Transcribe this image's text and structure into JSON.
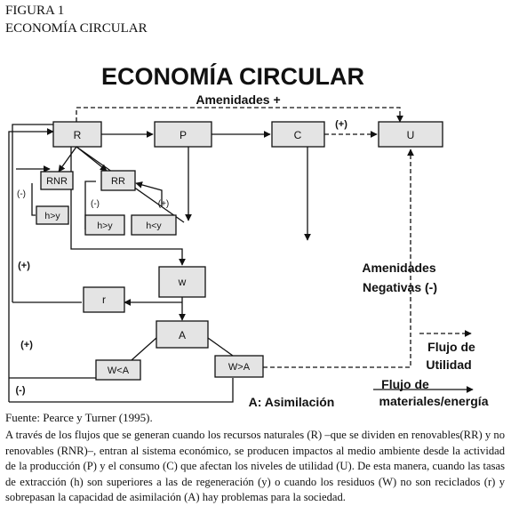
{
  "figure": {
    "label": "FIGURA 1",
    "subtitle": "ECONOMÍA CIRCULAR"
  },
  "diagram": {
    "title": "ECONOMÍA CIRCULAR",
    "nodes": {
      "r": "R",
      "p": "P",
      "c": "C",
      "u": "U",
      "rnr": "RNR",
      "rr": "RR",
      "h_gt_y_1": "h>y",
      "h_gt_y_2": "h>y",
      "h_lt_y": "h<y",
      "w": "w",
      "recycle": "r",
      "a": "A",
      "w_lt_a": "W<A",
      "w_gt_a": "W>A"
    },
    "labels": {
      "amenidades_pos": "Amenidades +",
      "plus_c_u": "(+)",
      "minus_rnr": "(-)",
      "minus_rr": "(-)",
      "plus_rr": "(+)",
      "plus_left_1": "(+)",
      "plus_left_2": "(+)",
      "minus_left": "(-)",
      "amenidades_neg_1": "Amenidades",
      "amenidades_neg_2": "Negativas (-)",
      "asimilacion": "A: Asimilación"
    },
    "legend": {
      "utilidad_1": "Flujo de",
      "utilidad_2": "Utilidad",
      "materiales_1": "Flujo de",
      "materiales_2": "materiales/energía"
    }
  },
  "source": "Fuente: Pearce y Turner (1995).",
  "description": "A través de los flujos que se generan cuando los recursos naturales (R) –que se dividen en renovables(RR) y no renovables (RNR)–, entran al sistema económico, se producen impactos al medio ambiente desde la actividad de la producción (P) y el consumo (C) que afectan los niveles de utilidad (U). De esta manera, cuando las tasas de extracción (h) son superiores a las de regeneración (y) o cuando los residuos (W) no son reciclados (r) y sobrepasan la capacidad de asimilación (A) hay problemas para la sociedad."
}
